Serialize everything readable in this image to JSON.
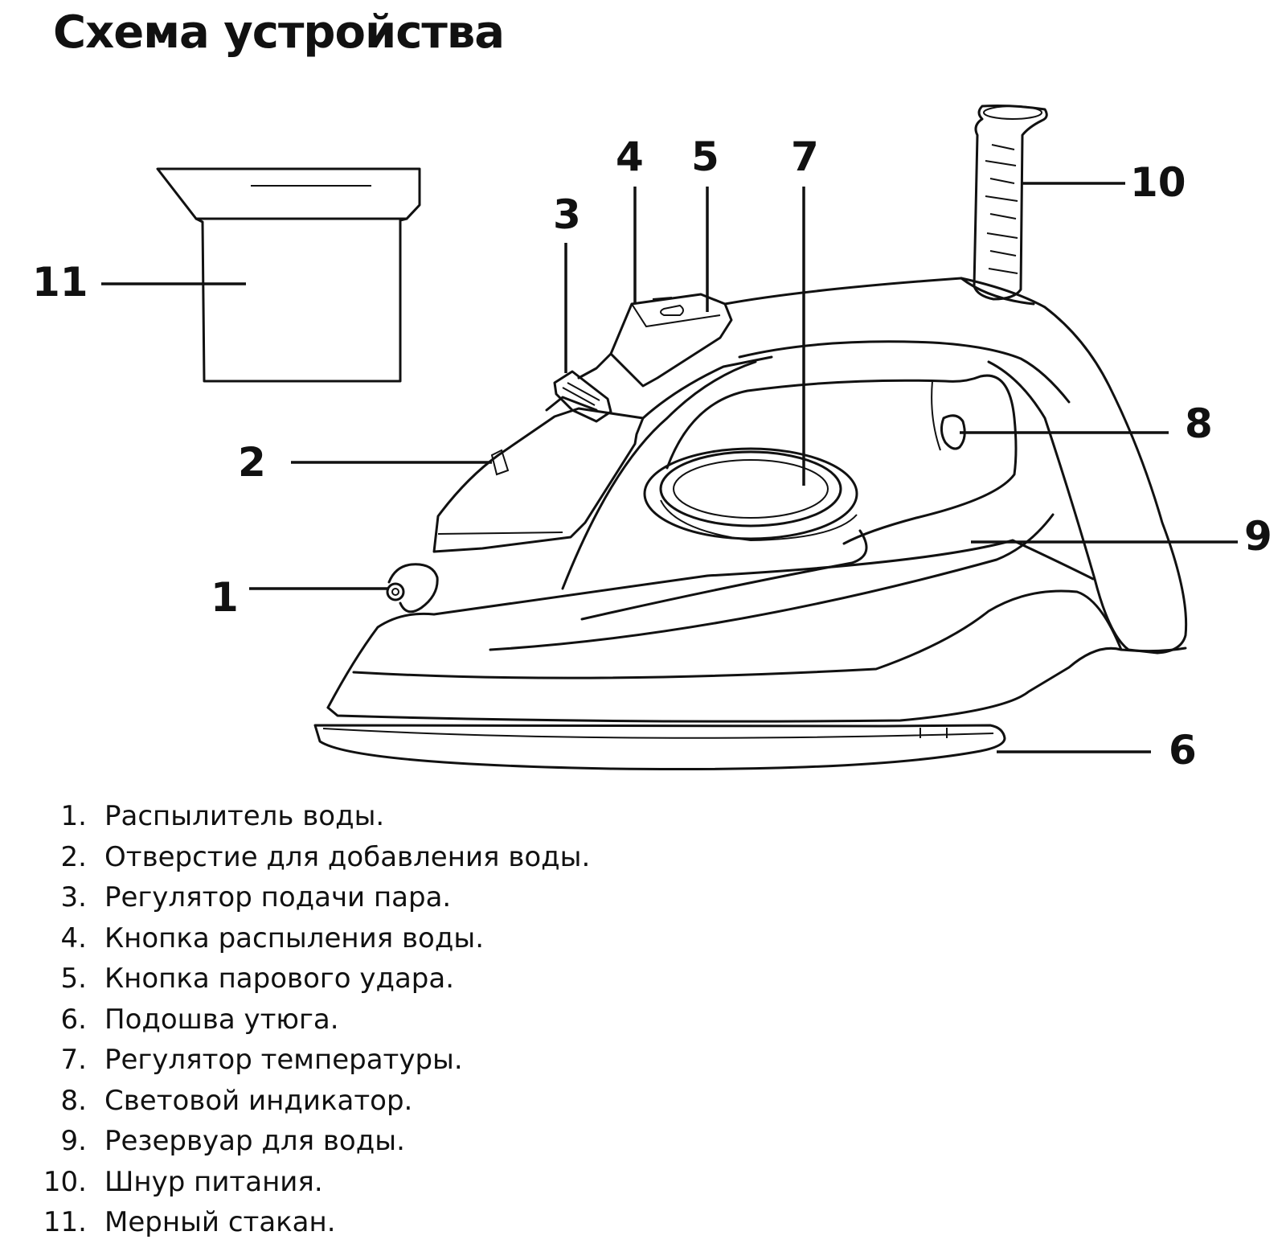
{
  "title": "Схема устройства",
  "callouts": {
    "c1": "1",
    "c2": "2",
    "c3": "3",
    "c4": "4",
    "c5": "5",
    "c6": "6",
    "c7": "7",
    "c8": "8",
    "c9": "9",
    "c10": "10",
    "c11": "11"
  },
  "legend": [
    {
      "num": "1.",
      "text": "Распылитель воды."
    },
    {
      "num": "2.",
      "text": "Отверстие для добавления воды."
    },
    {
      "num": "3.",
      "text": "Регулятор подачи пара."
    },
    {
      "num": "4.",
      "text": "Кнопка распыления воды."
    },
    {
      "num": "5.",
      "text": "Кнопка парового удара."
    },
    {
      "num": "6.",
      "text": "Подошва утюга."
    },
    {
      "num": "7.",
      "text": "Регулятор температуры."
    },
    {
      "num": "8.",
      "text": "Световой индикатор."
    },
    {
      "num": "9.",
      "text": "Резервуар для воды."
    },
    {
      "num": "10.",
      "text": "Шнур питания."
    },
    {
      "num": "11.",
      "text": "Мерный стакан."
    }
  ]
}
